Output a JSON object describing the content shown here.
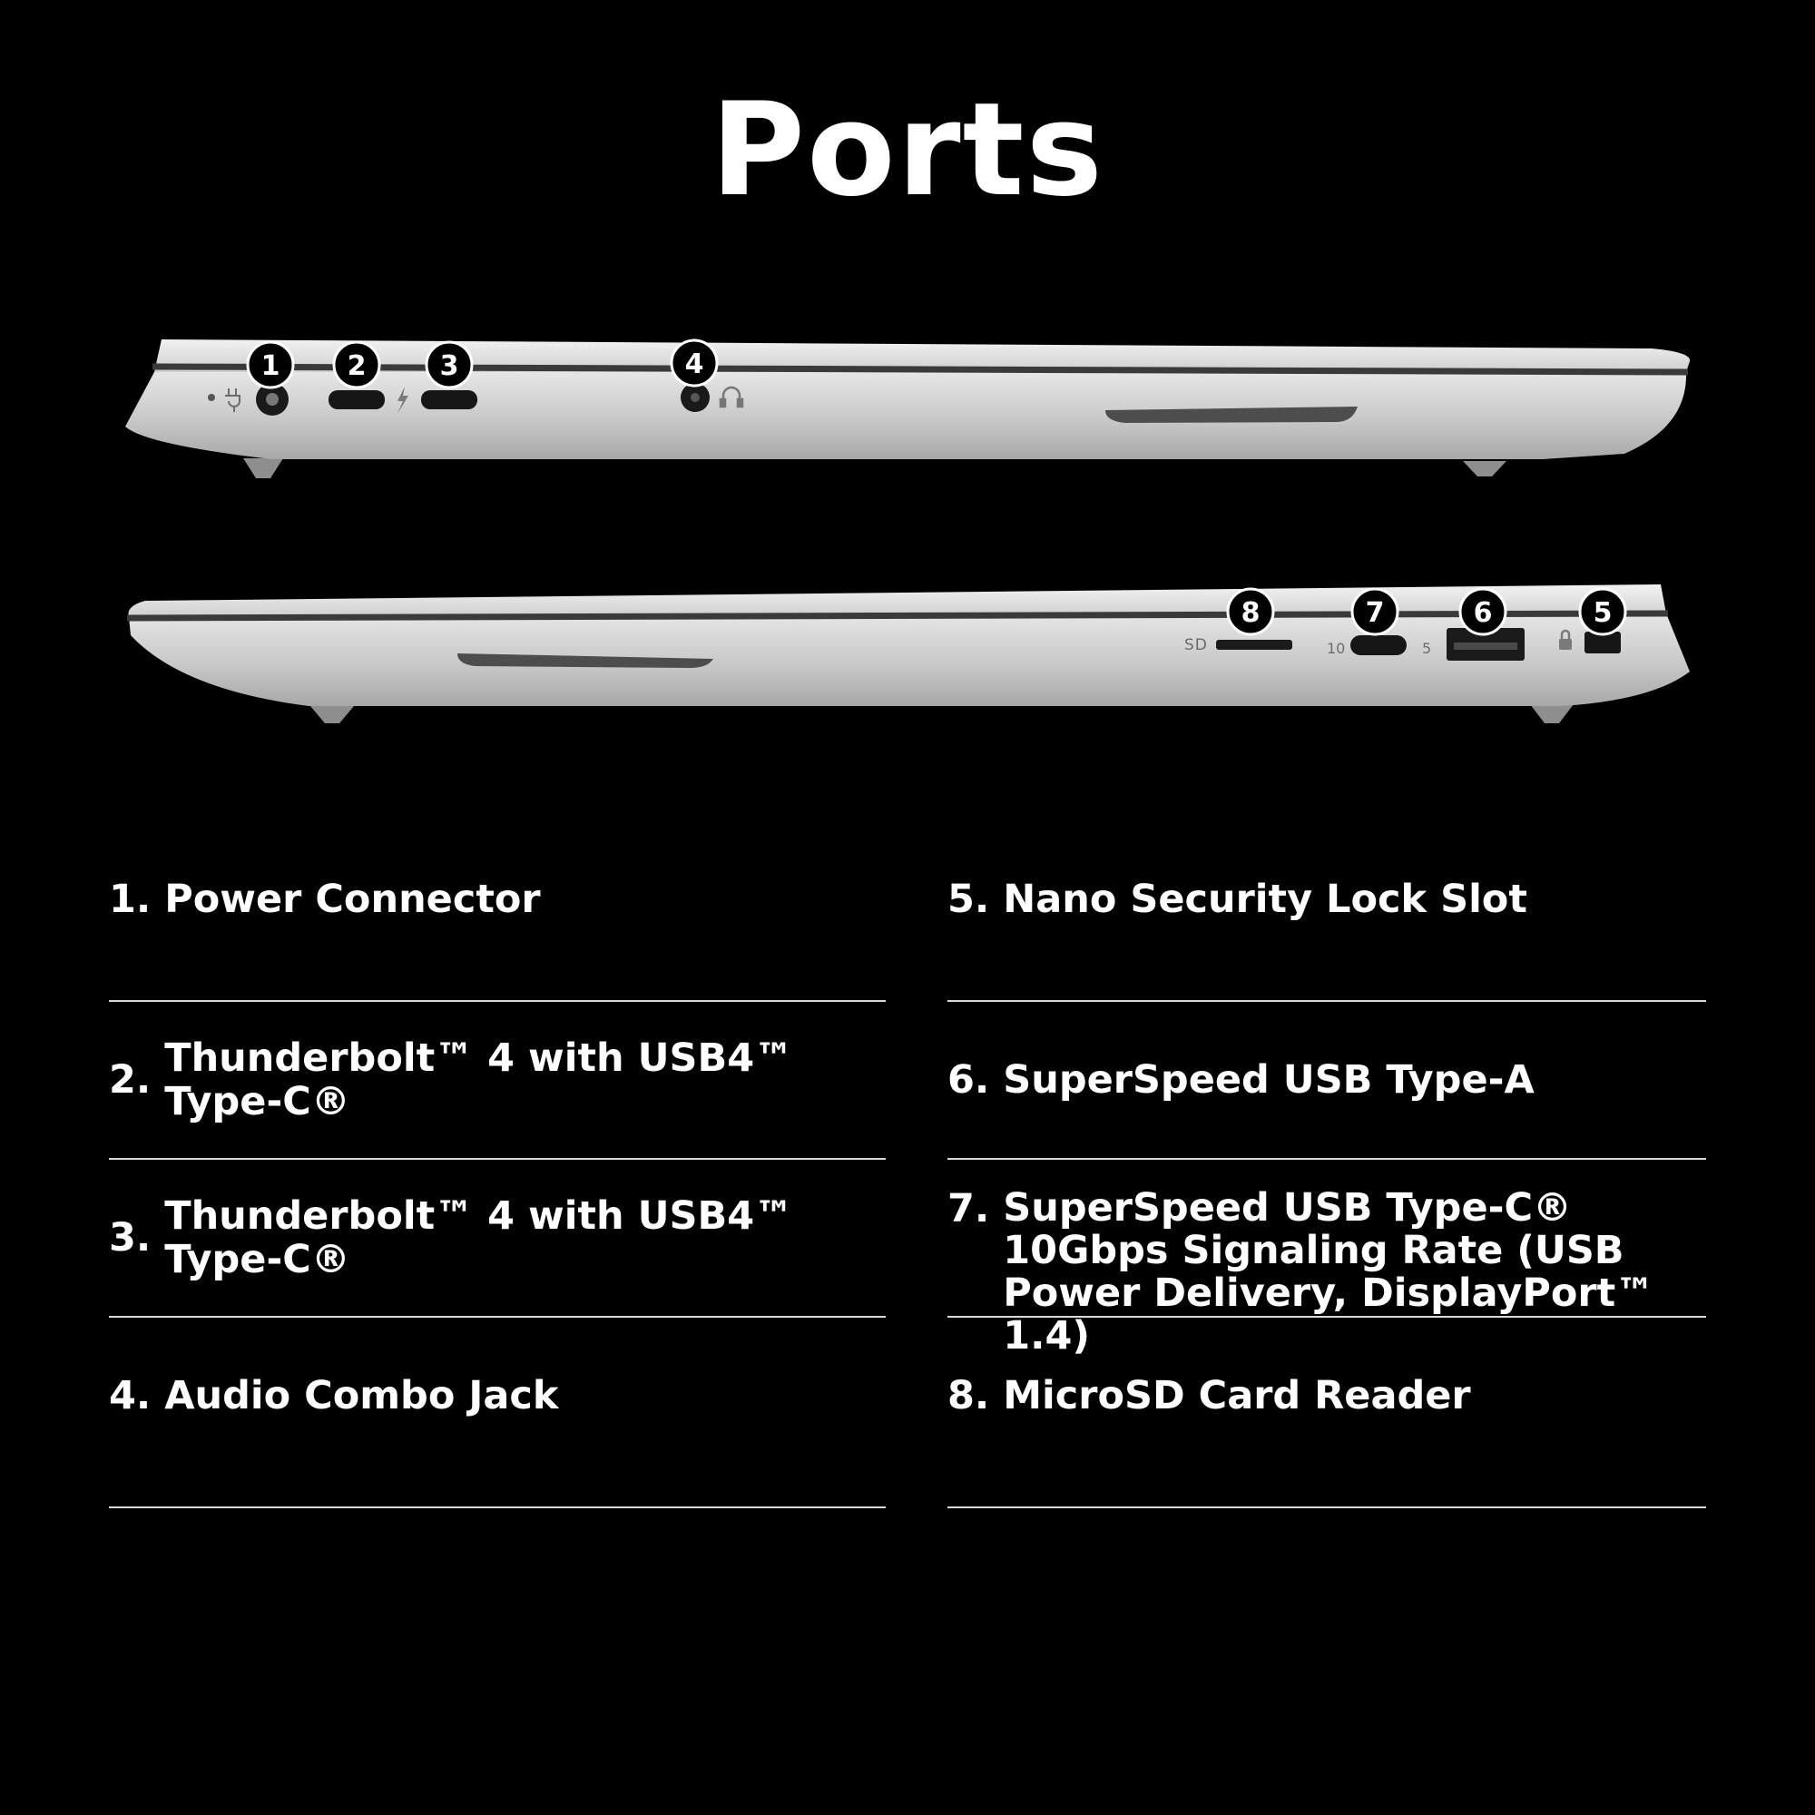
{
  "title": "Ports",
  "port_markers": {
    "top": [
      "1",
      "2",
      "3",
      "4"
    ],
    "bottom": [
      "8",
      "7",
      "6",
      "5"
    ]
  },
  "side_marks": {
    "sd": "SD",
    "usb_c_speed": "10",
    "usb_a_speed": "5"
  },
  "specs": {
    "left": [
      {
        "number": "1. ",
        "label": "Power Connector"
      },
      {
        "number": "2. ",
        "label": "Thunderbolt™ 4 with USB4™ Type-C®"
      },
      {
        "number": "3. ",
        "label": "Thunderbolt™ 4 with USB4™ Type-C®"
      },
      {
        "number": "4. ",
        "label": "Audio Combo Jack"
      }
    ],
    "right": [
      {
        "number": "5. ",
        "label": "Nano Security Lock Slot"
      },
      {
        "number": "6. ",
        "label": "SuperSpeed USB Type-A"
      },
      {
        "number": "7. ",
        "label": "SuperSpeed USB Type-C® 10Gbps Signaling Rate (USB Power Delivery, DisplayPort™ 1.4)"
      },
      {
        "number": "8. ",
        "label": "MicroSD Card Reader"
      }
    ]
  },
  "colors": {
    "background": "#000000",
    "text": "#ffffff",
    "chassis": "#c9c9c9",
    "badge": "#000000"
  }
}
